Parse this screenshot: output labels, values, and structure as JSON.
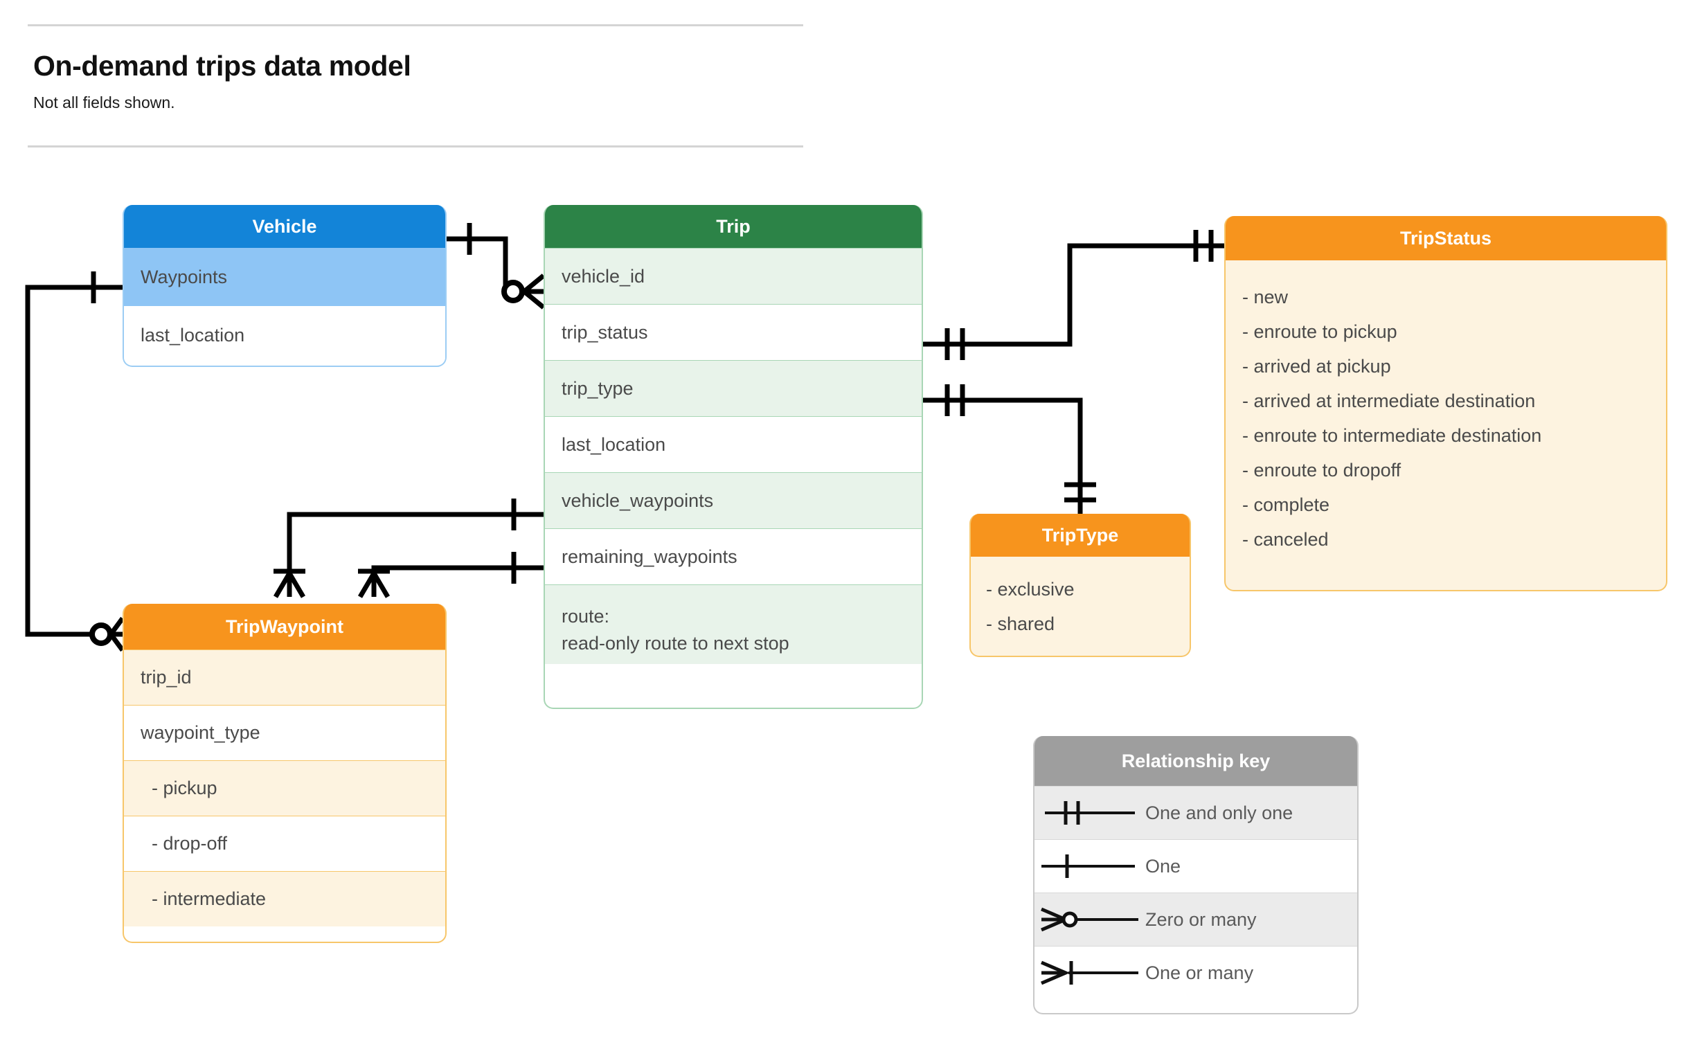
{
  "header": {
    "title": "On-demand trips data model",
    "subtitle": "Not all fields shown."
  },
  "entities": {
    "vehicle": {
      "name": "Vehicle",
      "header_color": "#1384d8",
      "fields": [
        "Waypoints",
        "last_location"
      ]
    },
    "trip": {
      "name": "Trip",
      "header_color": "#2c8347",
      "fields": [
        "vehicle_id",
        "trip_status",
        "trip_type",
        "last_location",
        "vehicle_waypoints",
        "remaining_waypoints"
      ],
      "route_label": "route:",
      "route_note": "read-only route to next stop"
    },
    "trip_status": {
      "name": "TripStatus",
      "header_color": "#f7941d",
      "values": [
        "- new",
        "- enroute to pickup",
        "- arrived at pickup",
        "- arrived at intermediate destination",
        "- enroute to intermediate destination",
        "- enroute to dropoff",
        "- complete",
        "- canceled"
      ]
    },
    "trip_type": {
      "name": "TripType",
      "header_color": "#f7941d",
      "values": [
        "- exclusive",
        "- shared"
      ]
    },
    "trip_waypoint": {
      "name": "TripWaypoint",
      "header_color": "#f7941d",
      "fields": [
        "trip_id",
        "waypoint_type"
      ],
      "waypoint_types": [
        "-  pickup",
        "-  drop-off",
        "-  intermediate"
      ]
    }
  },
  "legend": {
    "title": "Relationship key",
    "rows": [
      {
        "symbol": "one-and-only-one",
        "label": "One and only one"
      },
      {
        "symbol": "one",
        "label": "One"
      },
      {
        "symbol": "zero-or-many",
        "label": "Zero or many"
      },
      {
        "symbol": "one-or-many",
        "label": "One or many"
      }
    ]
  },
  "relationships": [
    {
      "from": "Vehicle",
      "from_cardinality": "one",
      "to": "Trip.vehicle_id",
      "to_cardinality": "zero-or-many"
    },
    {
      "from": "Vehicle.Waypoints",
      "from_cardinality": "one",
      "to": "TripWaypoint",
      "to_cardinality": "zero-or-many"
    },
    {
      "from": "Trip.trip_status",
      "from_cardinality": "one-and-only-one",
      "to": "TripStatus",
      "to_cardinality": "one-and-only-one"
    },
    {
      "from": "Trip.trip_type",
      "from_cardinality": "one-and-only-one",
      "to": "TripType",
      "to_cardinality": "one-and-only-one"
    },
    {
      "from": "Trip.vehicle_waypoints",
      "from_cardinality": "one",
      "to": "TripWaypoint",
      "to_cardinality": "one-or-many"
    },
    {
      "from": "Trip.remaining_waypoints",
      "from_cardinality": "one",
      "to": "TripWaypoint",
      "to_cardinality": "one-or-many"
    }
  ]
}
